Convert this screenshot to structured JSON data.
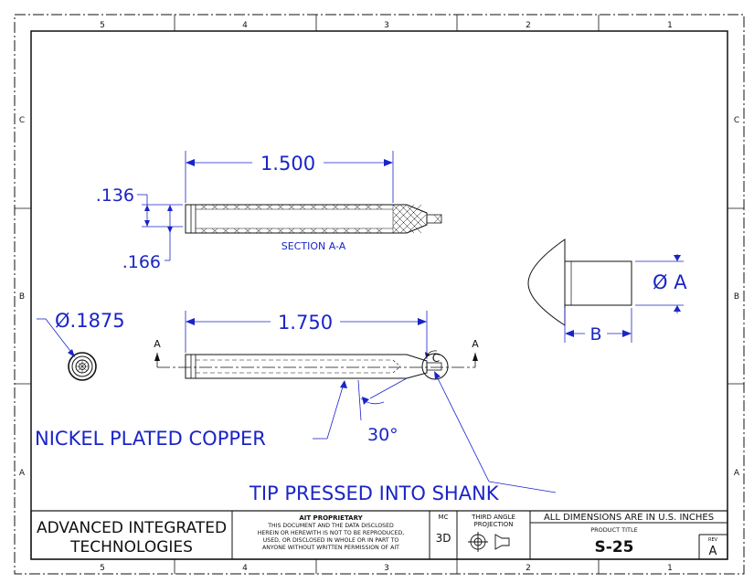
{
  "zones": {
    "columns": [
      "5",
      "4",
      "3",
      "2",
      "1"
    ],
    "rows": [
      "C",
      "B",
      "A"
    ]
  },
  "section_view": {
    "overall_length": "1.500",
    "upper_diameter": ".136",
    "lower_diameter": ".166",
    "label": "SECTION A-A"
  },
  "main_view": {
    "length": "1.750",
    "section_marker": "A",
    "detail_marker": "C",
    "diameter": "Ø.1875",
    "tip_angle": "30°",
    "material_note": "NICKEL PLATED COPPER",
    "tip_note": "TIP PRESSED INTO SHANK"
  },
  "detail_view": {
    "dim_diameter": "Ø A",
    "dim_length": "B"
  },
  "title_block": {
    "company_line1": "ADVANCED INTEGRATED",
    "company_line2": "TECHNOLOGIES",
    "proprietary_heading": "AIT PROPRIETARY",
    "proprietary_lines": [
      "THIS DOCUMENT AND THE DATA DISCLOSED",
      "HEREIN OR HEREWITH IS NOT TO BE REPRODUCED,",
      "USED, OR DISCLOSED IN WHOLE OR IN PART TO",
      "ANYONE WITHOUT WRITTEN PERMISSION OF AIT"
    ],
    "mc_label": "MC",
    "mc_value": "3D",
    "projection_label_line1": "THIRD ANGLE",
    "projection_label_line2": "PROJECTION",
    "units_note": "ALL DIMENSIONS ARE IN U.S. INCHES",
    "product_title_label": "PRODUCT TITLE",
    "product_title": "S-25",
    "rev_label": "REV",
    "rev_value": "A"
  }
}
